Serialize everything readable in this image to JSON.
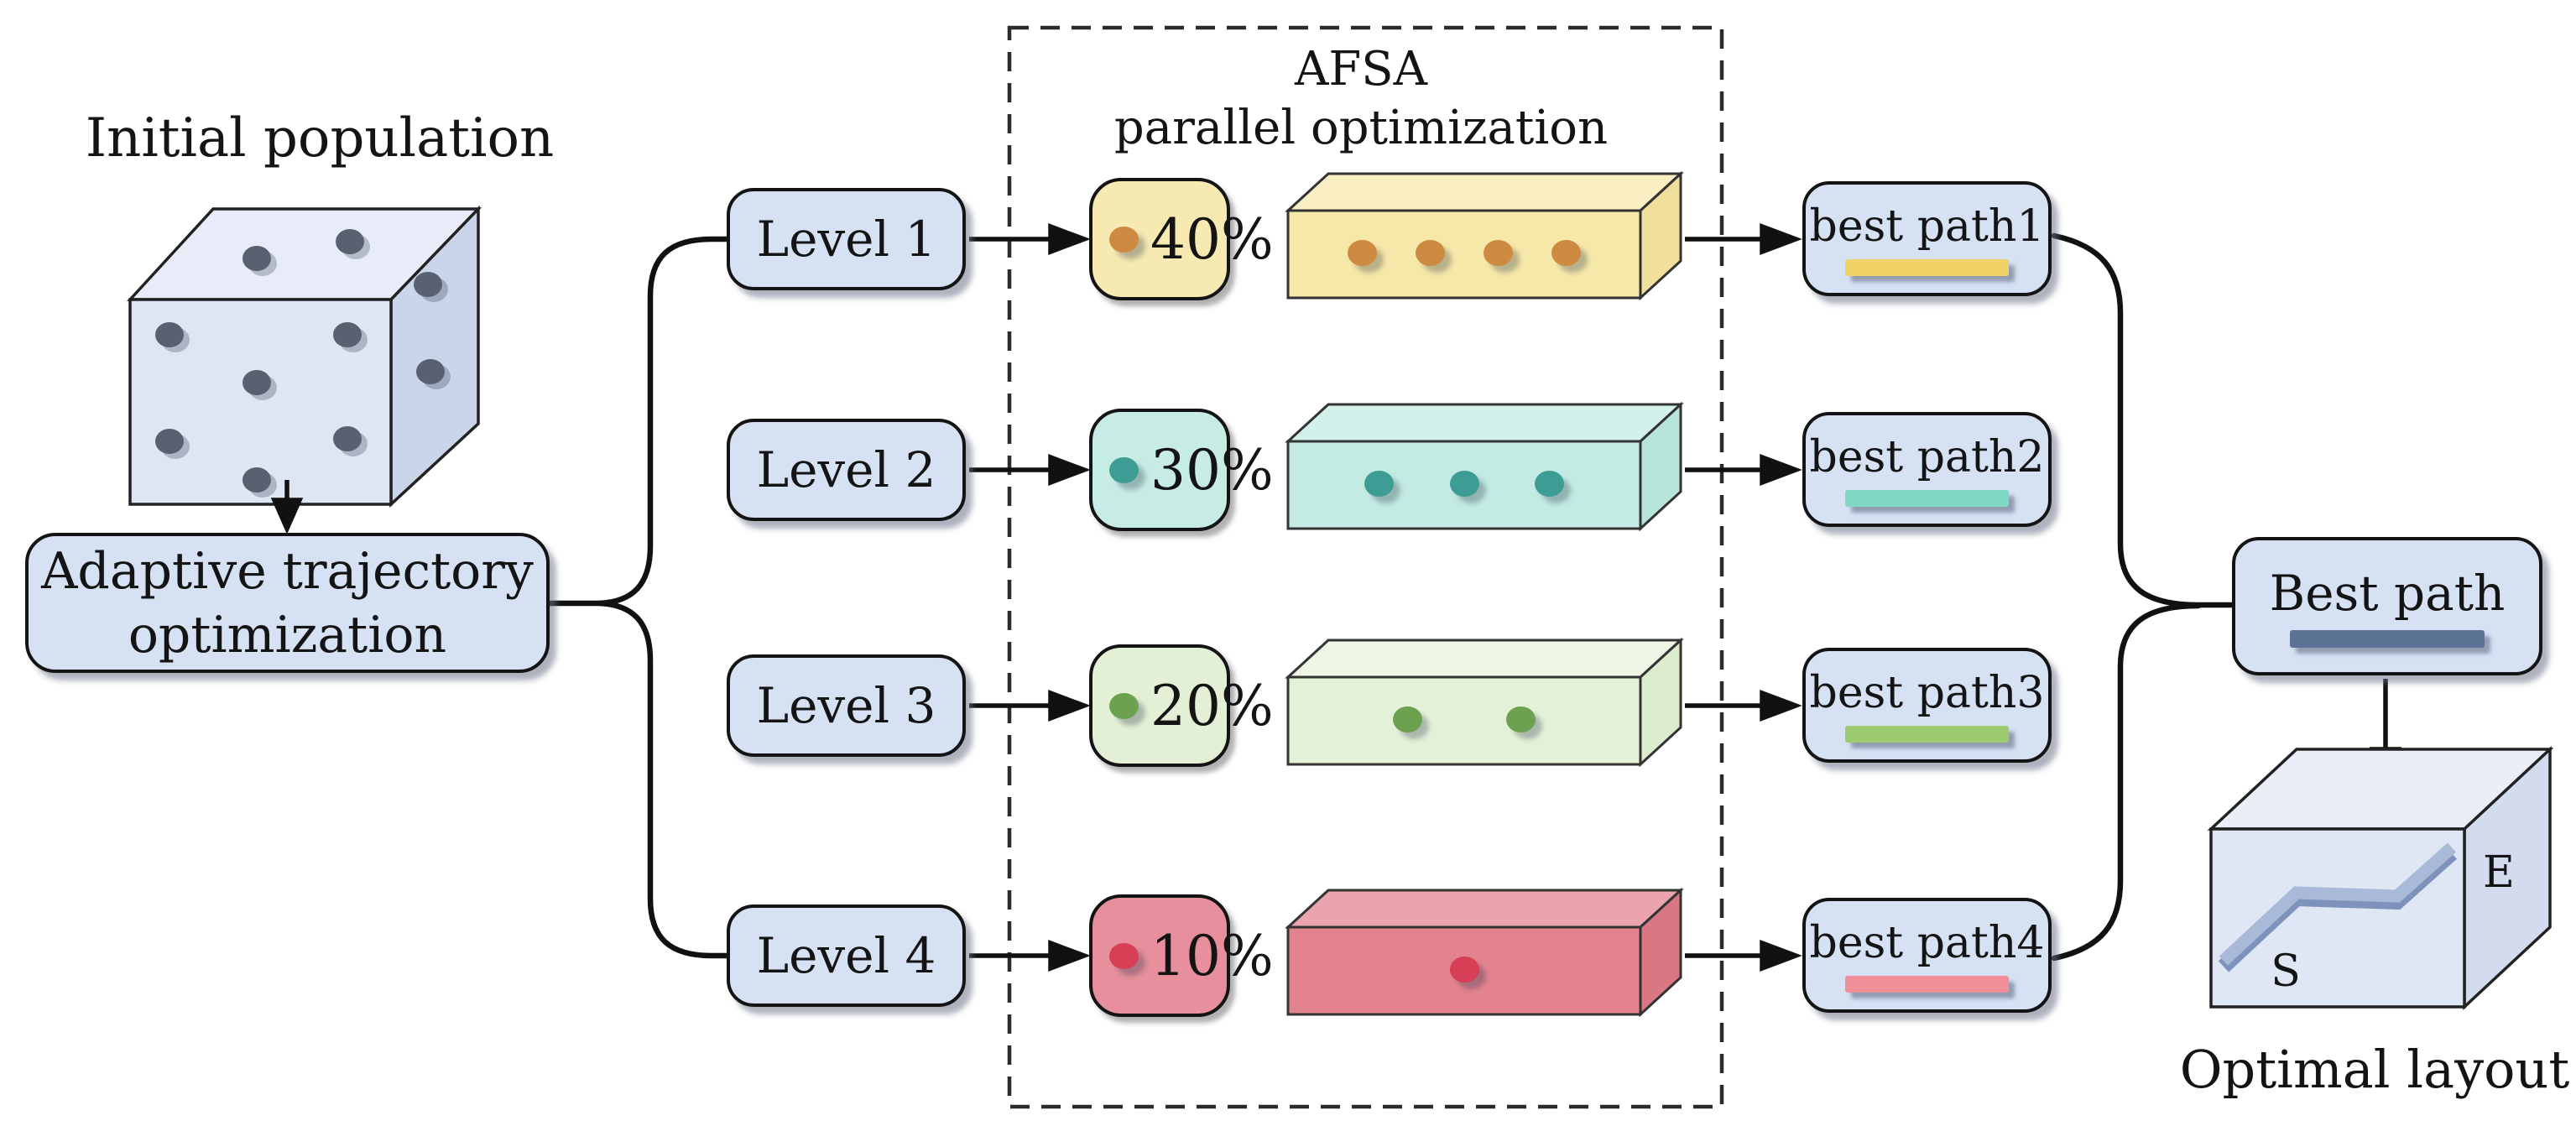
{
  "titles": {
    "initial_population": "Initial population",
    "afsa_line1": "AFSA",
    "afsa_line2": "parallel optimization",
    "optimal_layout": "Optimal layout"
  },
  "adaptive_box": {
    "line1": "Adaptive trajectory",
    "line2": "optimization"
  },
  "levels": [
    {
      "label": "Level 1",
      "percent": "40%",
      "fish_count": 4,
      "pct_fill": "#f6e9b2",
      "dot_color": "#ce8a41",
      "slab_front": "#f6e8a9",
      "slab_top": "#f9efc3",
      "slab_side": "#f1e09c",
      "best_label": "best path1",
      "bar_color": "#f0d266"
    },
    {
      "label": "Level 2",
      "percent": "30%",
      "fish_count": 3,
      "pct_fill": "#c6ece5",
      "dot_color": "#3d9d94",
      "slab_front": "#c3ebe3",
      "slab_top": "#d2f1ea",
      "slab_side": "#b7e5dc",
      "best_label": "best path2",
      "bar_color": "#7fd9c4"
    },
    {
      "label": "Level 3",
      "percent": "20%",
      "fish_count": 2,
      "pct_fill": "#e3f0d6",
      "dot_color": "#6ca14f",
      "slab_front": "#e4f1d9",
      "slab_top": "#edf6e4",
      "slab_side": "#dcedcf",
      "best_label": "best path3",
      "bar_color": "#9cca6f"
    },
    {
      "label": "Level 4",
      "percent": "10%",
      "fish_count": 1,
      "pct_fill": "#e78f9c",
      "dot_color": "#d63f55",
      "slab_front": "#e2838f",
      "slab_top": "#eba4ae",
      "slab_side": "#d97783",
      "best_label": "best path4",
      "bar_color": "#f18f99"
    }
  ],
  "final_box": {
    "label": "Best path",
    "bar_color": "#5c7396"
  },
  "cube_labels": {
    "start": "S",
    "end": "E"
  },
  "colors": {
    "node_fill": "#d7e1f4",
    "node_border": "#141414",
    "cube_front": "#dee5f3",
    "cube_top": "#e7ecf8",
    "cube_side": "#cbd5e9",
    "cube_dot": "#59606f",
    "layout_cube_front": "#dfe6f4",
    "layout_cube_top": "#e9eef9",
    "layout_cube_side": "#d3dcee",
    "path_ribbon_light": "#a9bad9",
    "path_ribbon_dark": "#7e93bb",
    "dashed_border": "#2b2b2b"
  }
}
